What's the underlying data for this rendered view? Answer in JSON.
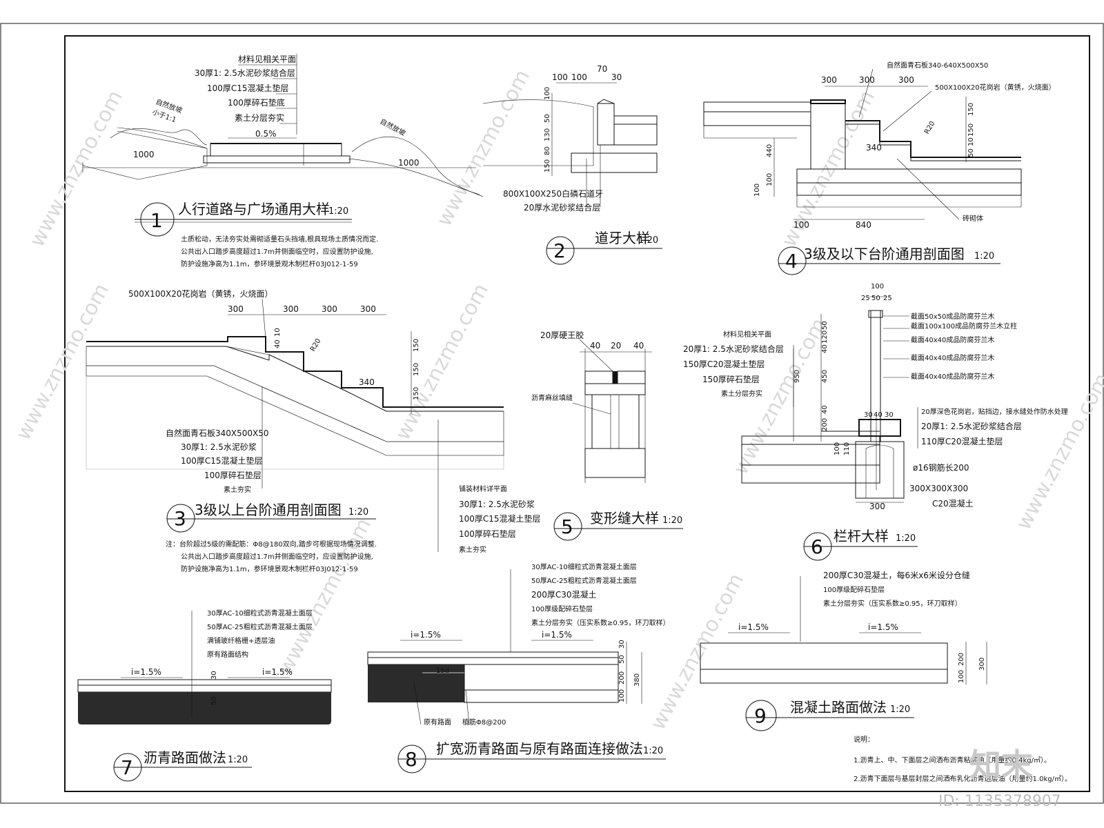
{
  "watermark": "www.znzmo.com",
  "logo_text": "知末",
  "id_text": "ID: 1135378907",
  "d1": {
    "num": "1",
    "title": "人行道路与广场通用大样",
    "scale": "1:20",
    "layers": [
      "材料见相关平面",
      "30厚1: 2.5水泥砂浆结合层",
      "100厚C15混凝土垫层",
      "100厚碎石垫底",
      "素土分层夯实"
    ],
    "slope": "0.5%",
    "dim": "1000",
    "dim2": "1000",
    "lbl_a": "自然放坡",
    "lbl_b": "小于1:1",
    "lbl_c": "自然放坡",
    "notes": [
      "土质松动，无法夯实处需砌适量石头挡墙,根具现场土质情况而定.",
      "公共出入口踏步高度超过1.7m并侧面临空时，应设置防护设施,",
      "防护设施净高为1.1m，参环境景观木制栏杆03J012-1-59"
    ]
  },
  "d2": {
    "num": "2",
    "title": "道牙大样",
    "scale": "1:20",
    "dims_top": [
      "100",
      "100",
      "70",
      "30"
    ],
    "dims_side": [
      "100",
      "50",
      "130",
      "80",
      "150"
    ],
    "layers": [
      "800X100X250白磷石道牙",
      "20厚水泥砂浆结合层"
    ]
  },
  "d3": {
    "num": "3",
    "title": "3级以上台阶通用剖面图",
    "scale": "1:20",
    "top_label": "500X100X20花岗岩（黄锈，火烧面）",
    "dims": [
      "300",
      "300",
      "300",
      "300"
    ],
    "dim_side": [
      "150",
      "150",
      "150"
    ],
    "small": [
      "10",
      "40",
      "R20",
      "340"
    ],
    "layers": [
      "自然面青石板340X500X50",
      "30厚1: 2.5水泥砂浆",
      "100厚C15混凝土垫层",
      "100厚碎石垫层",
      "素土夯实"
    ],
    "layers2": [
      "铺装材料详平面",
      "30厚1: 2.5水泥砂浆",
      "100厚C15混凝土垫层",
      "100厚碎石垫层",
      "素土夯实"
    ],
    "notes": [
      "注：台阶超过5级的需配筋：Φ8@180双向,踏步可根据现场情况调整.",
      "公共出入口踏步高度超过1.7m并侧面临空时，应设置防护设施,",
      "防护设施净高为1.1m，参环境景观木制栏杆03J012-1-59"
    ]
  },
  "d4": {
    "num": "4",
    "title": "3级及以下台阶通用剖面图",
    "scale": "1:20",
    "top_label": "自然面青石板340-640X500X50",
    "label2": "500X100X20花岗岩（黄锈，火烧面）",
    "dims": [
      "300",
      "300",
      "300"
    ],
    "dims_side": [
      "150",
      "150",
      "10",
      "50"
    ],
    "small": [
      "R20",
      "340",
      "440",
      "100",
      "100",
      "100",
      "840"
    ],
    "ref": "砖砌体"
  },
  "d5": {
    "num": "5",
    "title": "变形缝大样",
    "scale": "1:20",
    "labels": [
      "20厚硬王胶",
      "沥青麻丝填缝"
    ],
    "dims": [
      "40",
      "20",
      "40"
    ]
  },
  "d6": {
    "num": "6",
    "title": "栏杆大样",
    "scale": "1:20",
    "left_layers": [
      "材料见相关平面",
      "20厚1: 2.5水泥砂浆结合层",
      "150厚C20混凝土垫层",
      "150厚碎石垫层",
      "素土分层夯实"
    ],
    "rail_labels": [
      "截面50x50成品防腐芬兰木",
      "截面100x100成品防腐芬兰木立柱",
      "截面40x40成品防腐芬兰木",
      "截面40x40成品防腐芬兰木",
      "截面40x40成品防腐芬兰木"
    ],
    "right_layers": [
      "20厚深色花岗岩，贴挡边，接水缝处作防水处理",
      "20厚1: 2.5水泥砂浆结合层",
      "110厚C20混凝土垫层"
    ],
    "base": [
      "ø16钢筋长200",
      "300X300X300",
      "C20混凝土"
    ],
    "dims_top": [
      "100",
      "25",
      "50",
      "25"
    ],
    "dims_side": [
      "50",
      "120",
      "40",
      "450",
      "950",
      "40",
      "200",
      "100",
      "110"
    ],
    "dims_small": [
      "30",
      "40",
      "30"
    ],
    "dim_bottom": "300"
  },
  "d7": {
    "num": "7",
    "title": "沥青路面做法",
    "scale": "1:20",
    "layers": [
      "30厚AC-10细粒式沥青混凝土面层",
      "50厚AC-25粗粒式沥青混凝土面层",
      "满铺玻纤格栅+透层油",
      "原有路面结构"
    ],
    "slope_l": "i=1.5%",
    "slope_r": "i=1.5%",
    "dims": [
      "30",
      "50"
    ]
  },
  "d8": {
    "num": "8",
    "title": "扩宽沥青路面与原有路面连接做法",
    "scale": "1:20",
    "layers": [
      "30厚AC-10细粒式沥青混凝土面层",
      "50厚AC-25粗粒式沥青混凝土面层",
      "200厚C30混凝土",
      "100厚级配碎石垫层",
      "素土分层夯实（压实系数≥0.95，环刀取样）"
    ],
    "slope_l": "i=1.5%",
    "slope_r": "i=1.5%",
    "dims": [
      "30",
      "50",
      "200",
      "100",
      "380"
    ],
    "lbl_old": "原有路面",
    "lbl_bar": "植筋Φ8@200",
    "lbl_15d": "15d"
  },
  "d9": {
    "num": "9",
    "title": "混凝土路面做法",
    "scale": "1:20",
    "layers": [
      "200厚C30混凝土，每6米x6米设分仓缝",
      "100厚级配碎石垫层",
      "素土分层夯实（压实系数≥0.95，环刀取样）"
    ],
    "slope_l": "i=1.5%",
    "slope_r": "i=1.5%",
    "dims": [
      "200",
      "100",
      "300"
    ]
  },
  "notes_bottom": {
    "title": "说明：",
    "lines": [
      "1.沥青上、中、下面层之间洒布沥青粘层油（用量约0.4kg/㎡）。",
      "2.沥青下面层与基层封层之间洒布乳化沥青透层油（用量约1.0kg/㎡）。"
    ]
  }
}
